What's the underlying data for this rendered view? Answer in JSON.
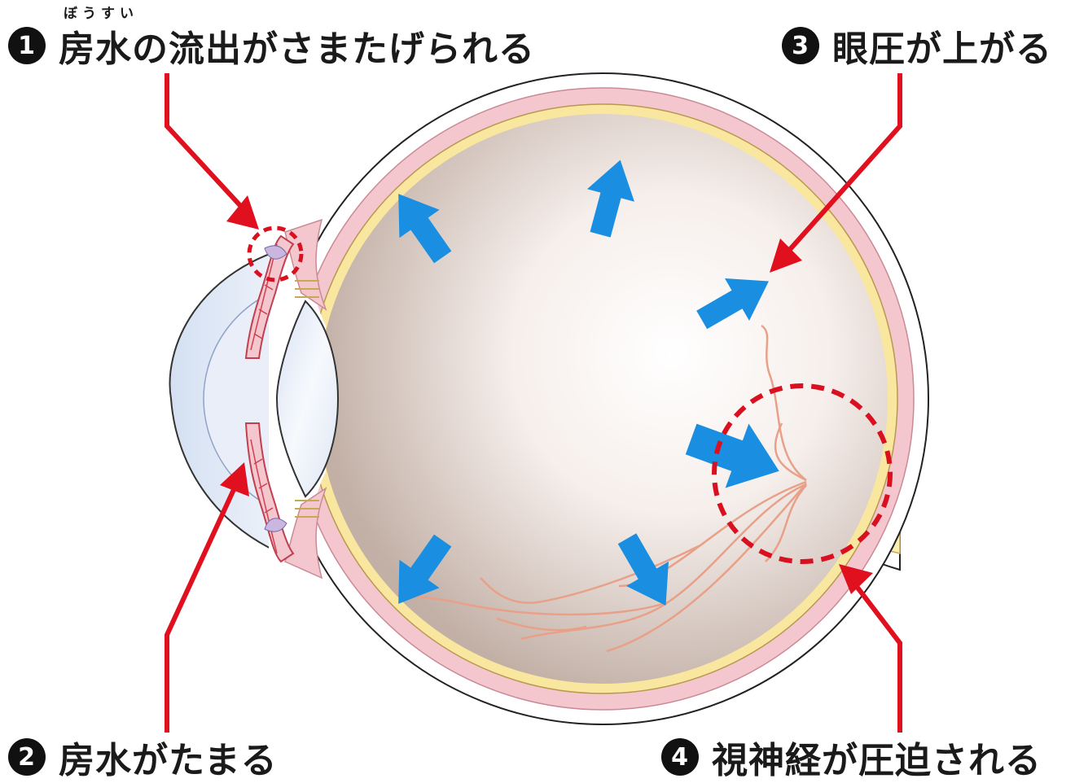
{
  "labels": [
    {
      "num": "1",
      "text": "房水の流出がさまたげられる",
      "ruby": "ぼうすい"
    },
    {
      "num": "2",
      "text": "房水がたまる"
    },
    {
      "num": "3",
      "text": "眼圧が上がる"
    },
    {
      "num": "4",
      "text": "視神経が圧迫される"
    }
  ],
  "colors": {
    "callout": "#e0101e",
    "pressure_arrow": "#1a8ee0",
    "sclera": "#f4c7cf",
    "retina": "#f9e79f",
    "optic_nerve": "#faefb0",
    "vessel": "#e48a6a",
    "cornea": "#dfe8f5",
    "lens": "#eef2fb",
    "vitreous_light": "#fdfaf8",
    "vitreous_dark": "#c9b8ae"
  },
  "icons": {
    "pressure_arrows": "outward-pressure-arrow-icon",
    "callout_arrows": "red-callout-arrow-icon",
    "highlight": "dashed-circle-highlight-icon"
  }
}
